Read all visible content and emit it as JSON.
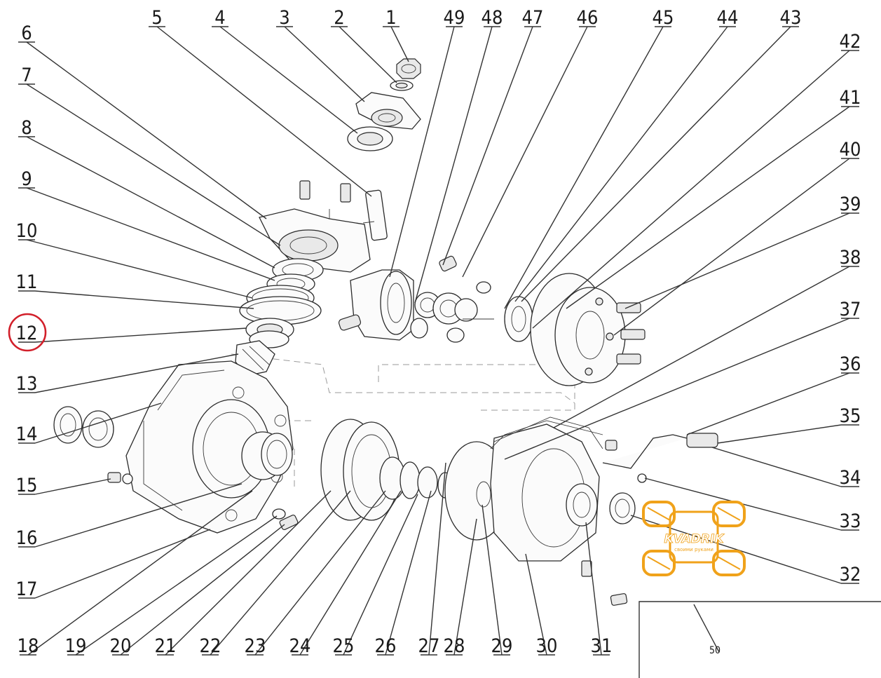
{
  "diagram": {
    "callouts": [
      "1",
      "2",
      "3",
      "4",
      "5",
      "6",
      "7",
      "8",
      "9",
      "10",
      "11",
      "12",
      "13",
      "14",
      "15",
      "16",
      "17",
      "18",
      "19",
      "20",
      "21",
      "22",
      "23",
      "24",
      "25",
      "26",
      "27",
      "28",
      "29",
      "30",
      "31",
      "32",
      "33",
      "34",
      "35",
      "36",
      "37",
      "38",
      "39",
      "40",
      "41",
      "42",
      "43",
      "44",
      "45",
      "46",
      "47",
      "48",
      "49",
      "50"
    ],
    "highlighted_callout": "12",
    "highlight_color": "#d21f2a",
    "line_color": "#2a2a2a"
  },
  "watermark": {
    "brand": "KVADRIK",
    "tagline": "своими руками",
    "color": "#f0a21a",
    "icon": "quad-bike-logo-icon"
  }
}
